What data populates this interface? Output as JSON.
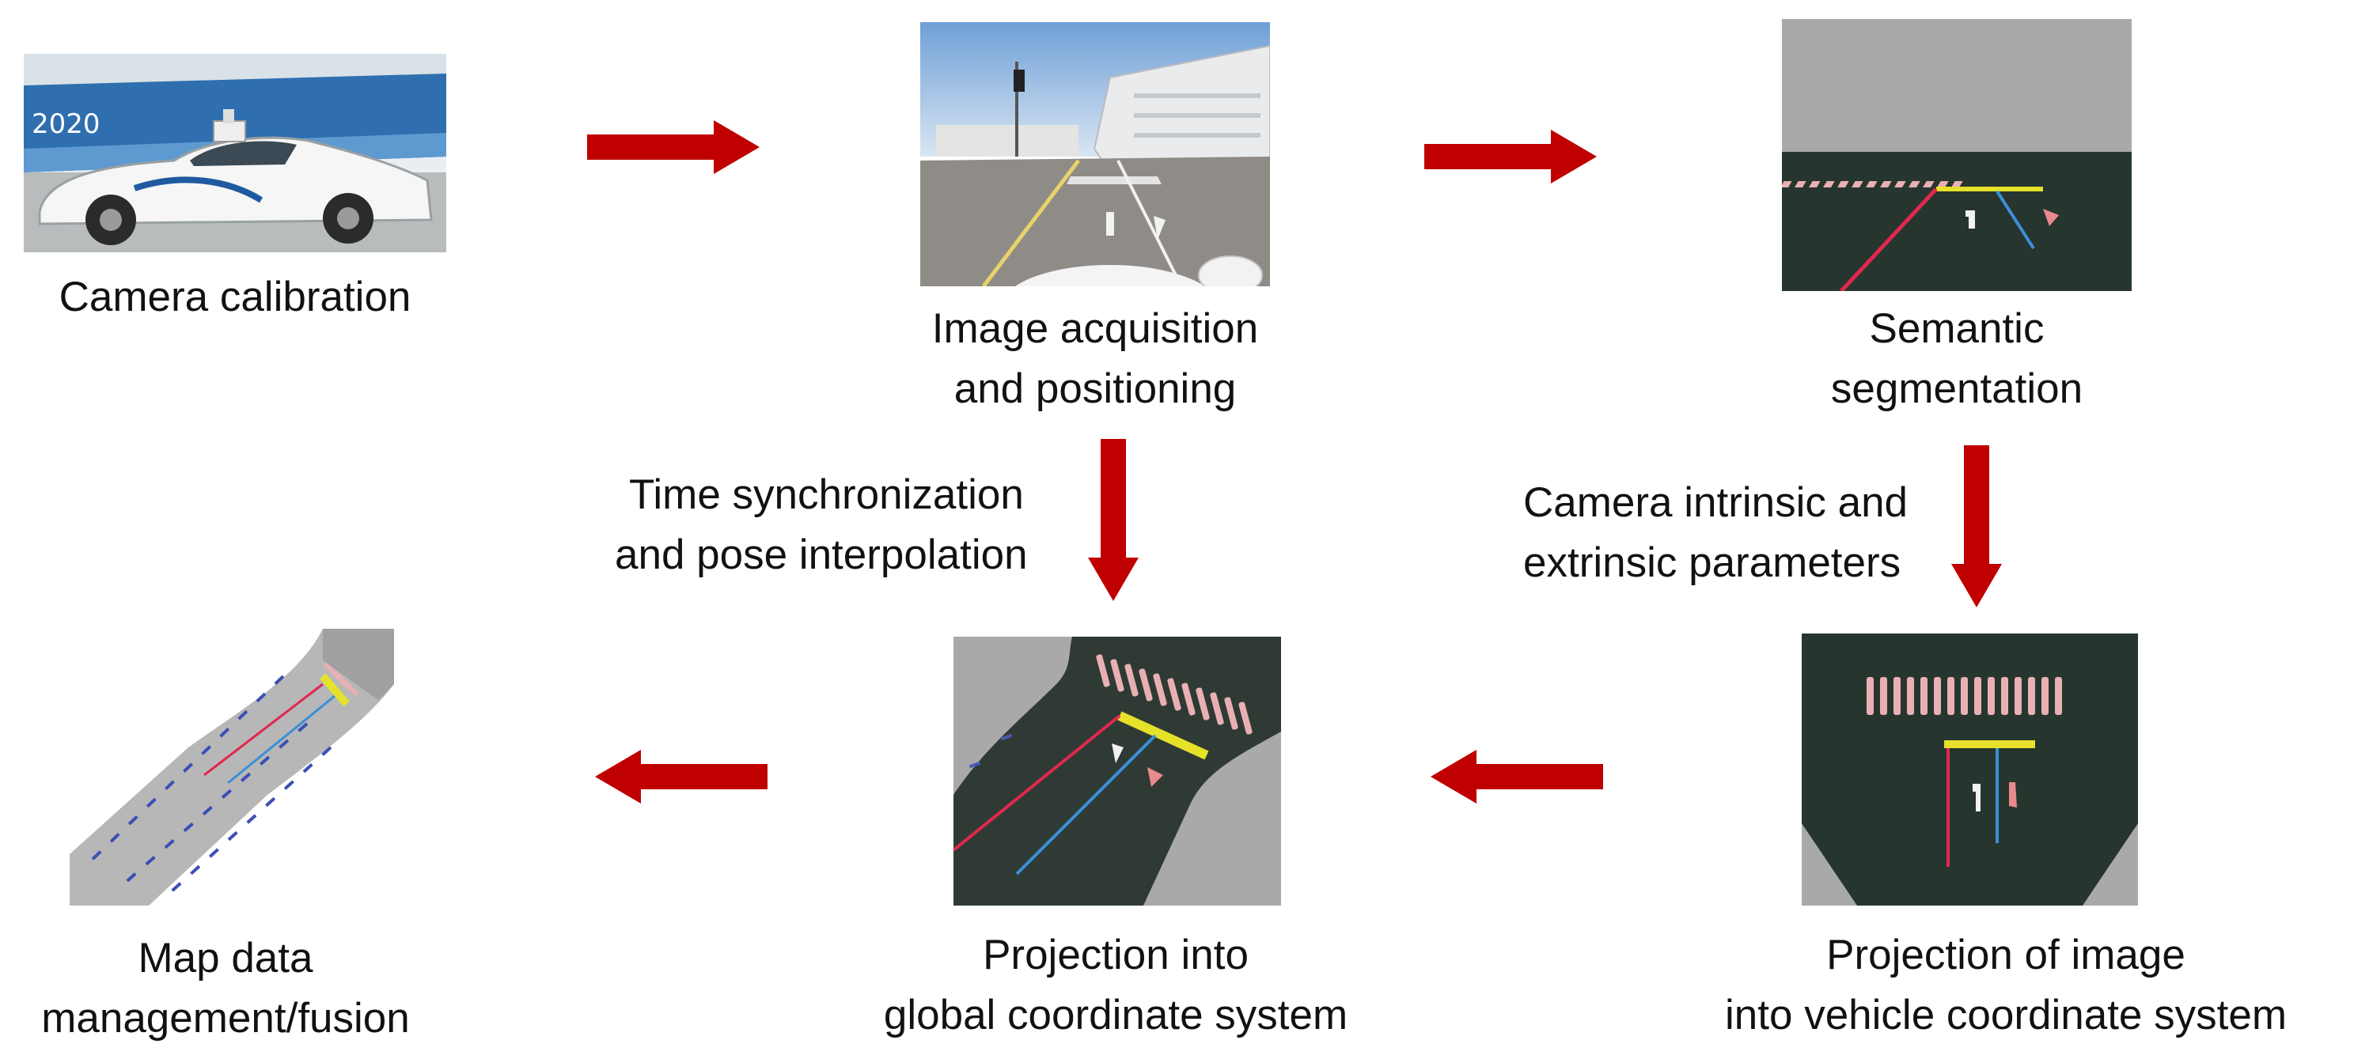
{
  "colors": {
    "arrow": "#c00000",
    "road_dark": "#2a3832",
    "sky_gray": "#a9a9a9",
    "lane_red": "#e0284f",
    "lane_blue": "#3b8fd6",
    "stop_yellow": "#e6e22a",
    "marking_pink": "#e9b0b4"
  },
  "steps": {
    "camera_calibration": {
      "icon": "car-photo",
      "lines": [
        "Camera calibration"
      ]
    },
    "image_acquisition": {
      "icon": "road-photo",
      "lines": [
        "Image acquisition",
        "and positioning"
      ]
    },
    "semantic_segmentation": {
      "icon": "segmentation-mask",
      "lines": [
        "Semantic",
        "segmentation"
      ]
    },
    "vehicle_projection": {
      "icon": "vehicle-frame-projection",
      "lines": [
        "Projection of image",
        "into vehicle coordinate system"
      ]
    },
    "global_projection": {
      "icon": "global-frame-projection",
      "lines": [
        "Projection into",
        "global coordinate system"
      ]
    },
    "map_fusion": {
      "icon": "fused-map",
      "lines": [
        "Map data",
        "management/fusion"
      ]
    }
  },
  "edge_labels": {
    "time_sync": [
      "Time synchronization",
      "and pose interpolation"
    ],
    "camera_params": [
      "Camera intrinsic and",
      "extrinsic parameters"
    ]
  }
}
